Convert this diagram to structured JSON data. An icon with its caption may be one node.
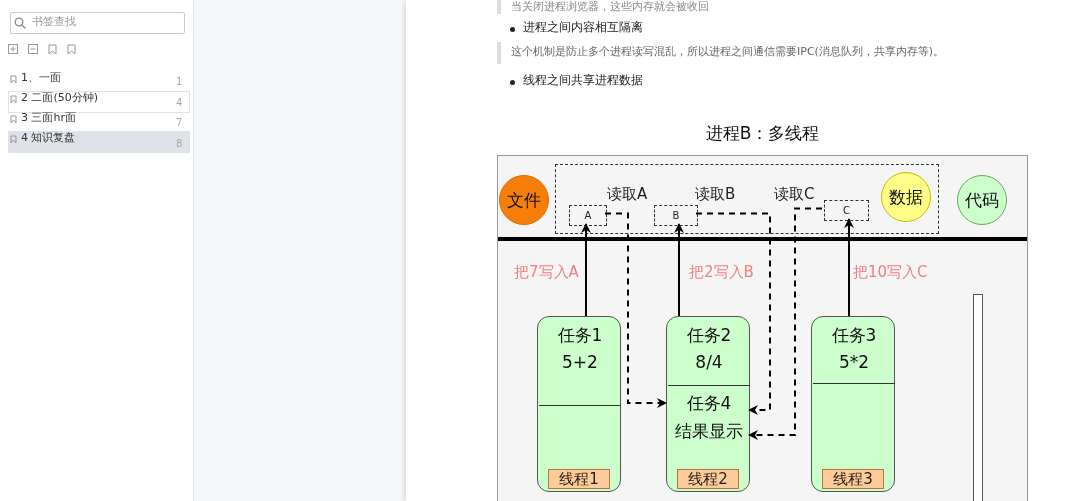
{
  "diagram": {
    "title": "进程B：多线程",
    "nodes": [
      {
        "text": [],
        "shape": "box"
      },
      {
        "text": [
          "文件"
        ],
        "in": 0
      },
      {
        "text": [],
        "shape": "box",
        "in": 0
      },
      {
        "text": [
          "A"
        ],
        "in": 2
      },
      {
        "text": [
          "B"
        ],
        "in": 2
      },
      {
        "text": [
          "C"
        ],
        "in": 2
      },
      {
        "text": [
          "数据"
        ],
        "in": 2
      },
      {
        "text": [
          "代码"
        ],
        "in": 0
      },
      {
        "text": [
          "线程1"
        ],
        "in": 0
      },
      {
        "text": [
          "任务1",
          "5+2"
        ],
        "in": 8
      },
      {
        "text": [
          "线程2"
        ],
        "in": 0
      },
      {
        "text": [
          "任务2",
          "8/4"
        ],
        "in": 10
      },
      {
        "text": [
          "任务4",
          "结果显示"
        ],
        "in": 10
      },
      {
        "text": [
          "线程3"
        ],
        "in": 0
      },
      {
        "text": [
          "任务3",
          "5*2"
        ],
        "in": 13
      },
      {
        "text": [],
        "shape": "bar",
        "in": 0
      }
    ],
    "edges": [
      {
        "from": 9,
        "to": 3,
        "arrow": "to",
        "label": "把7写入A"
      },
      {
        "from": 11,
        "to": 4,
        "arrow": "to",
        "label": "把2写入B"
      },
      {
        "from": 14,
        "to": 5,
        "arrow": "to",
        "label": "把10写入C"
      },
      {
        "from": 3,
        "to": 12,
        "arrow": "to",
        "label": "读取A",
        "style": "dashed"
      },
      {
        "from": 4,
        "to": 12,
        "arrow": "to",
        "label": "读取B",
        "style": "dashed"
      },
      {
        "from": 5,
        "to": 12,
        "arrow": "to",
        "label": "读取C",
        "style": "dashed"
      }
    ],
    "labels": [
      "书签查找",
      "1、一面",
      "1",
      "2 二面(50分钟)",
      "4",
      "3 三面hr面",
      "7",
      "4 知识复盘",
      "8",
      "当关闭进程浏览器，这些内存就会被收回",
      "进程之间内容相互隔离",
      "这个机制是防止多个进程读写混乱，所以进程之间通信需要IPC(消息队列，共享内存等)。",
      "线程之间共享进程数据"
    ]
  }
}
